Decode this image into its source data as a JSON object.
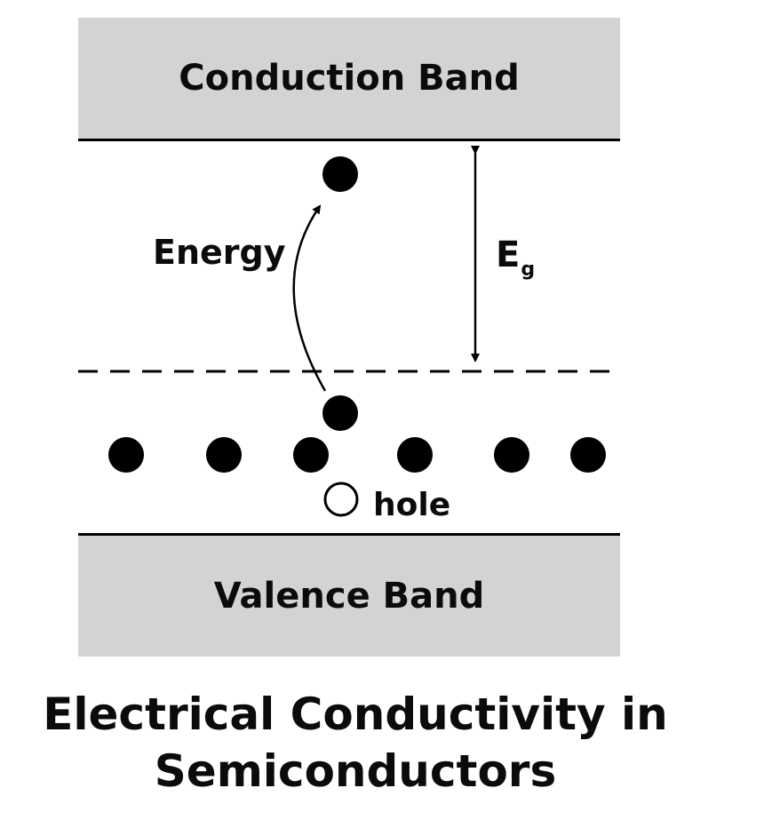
{
  "bands": {
    "conduction": {
      "label": "Conduction Band",
      "fill": "#d3d3d3"
    },
    "valence": {
      "label": "Valence Band",
      "fill": "#d3d3d3"
    }
  },
  "labels": {
    "energy": "Energy",
    "gap_symbol": "E",
    "gap_subscript": "g",
    "hole": "hole"
  },
  "title": {
    "line1": "Electrical Conductivity in",
    "line2": "Semiconductors"
  },
  "colors": {
    "electron": "#000000",
    "hole_fill": "#ffffff",
    "text": "#0b0b0b"
  }
}
